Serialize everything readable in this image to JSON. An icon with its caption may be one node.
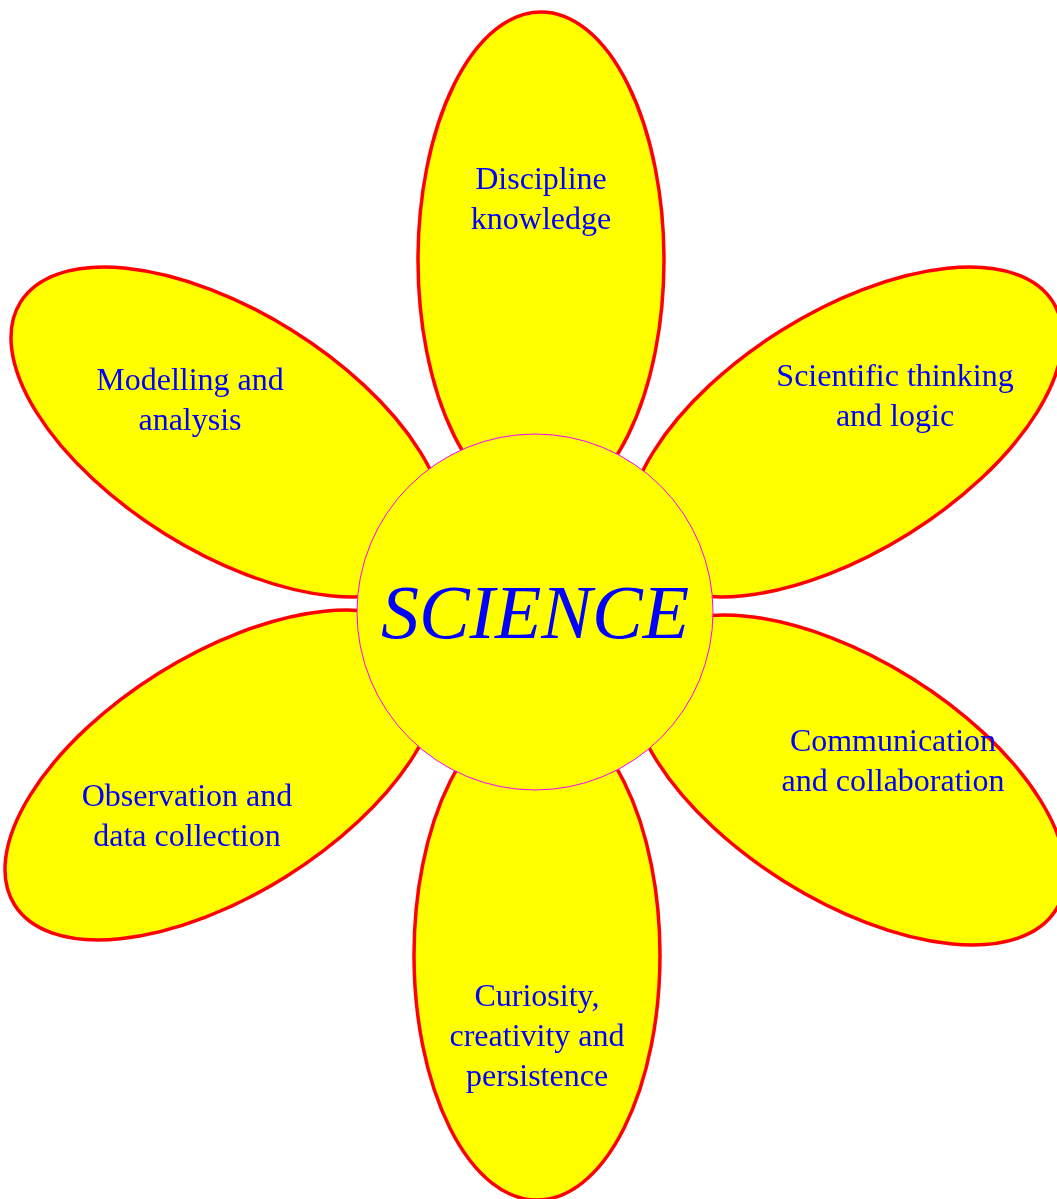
{
  "diagram": {
    "nodes": [
      {
        "text": [
          "SCIENCE"
        ]
      },
      {
        "text": [
          "Discipline knowledge"
        ]
      },
      {
        "text": [
          "Scientific thinking and logic"
        ]
      },
      {
        "text": [
          "Communication and collaboration"
        ]
      },
      {
        "text": [
          "Curiosity, creativity and persistence"
        ]
      },
      {
        "text": [
          "Observation and data collection"
        ]
      },
      {
        "text": [
          "Modelling and analysis"
        ]
      }
    ]
  }
}
